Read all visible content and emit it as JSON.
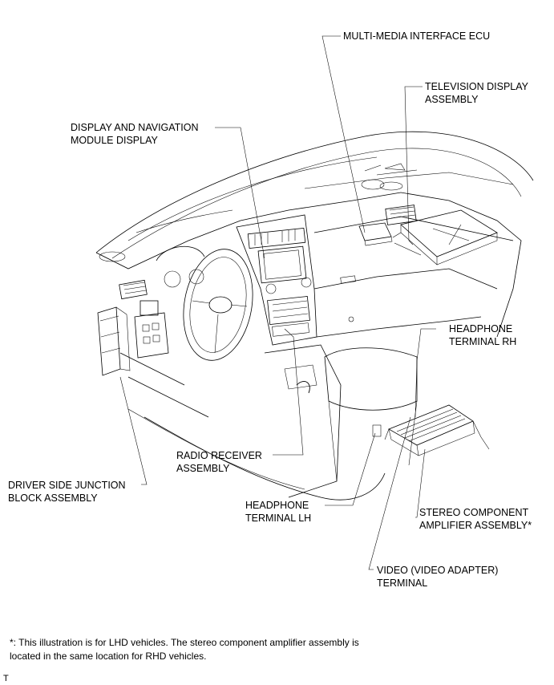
{
  "labels": {
    "mmi_ecu": "MULTI-MEDIA INTERFACE ECU",
    "tv_display": "TELEVISION DISPLAY\nASSEMBLY",
    "display_nav": "DISPLAY AND NAVIGATION\nMODULE DISPLAY",
    "headphone_rh": "HEADPHONE\nTERMINAL RH",
    "radio_receiver": "RADIO RECEIVER\nASSEMBLY",
    "driver_jb": "DRIVER SIDE JUNCTION\nBLOCK ASSEMBLY",
    "headphone_lh": "HEADPHONE\nTERMINAL LH",
    "stereo_amp": "STEREO COMPONENT\nAMPLIFIER ASSEMBLY*",
    "video_terminal": "VIDEO (VIDEO ADAPTER)\nTERMINAL"
  },
  "footnote": "*: This illustration is for LHD vehicles. The stereo component amplifier assembly is\nlocated in the same location for RHD vehicles.",
  "corner_mark": "T"
}
